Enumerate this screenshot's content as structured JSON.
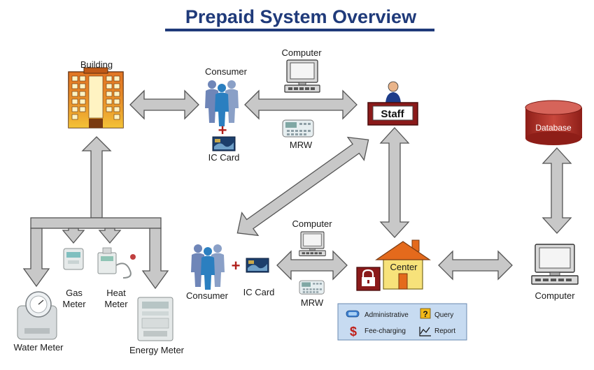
{
  "title": "Prepaid System Overview",
  "colors": {
    "title": "#1f3a7a",
    "arrow_fill": "#c8c8c8",
    "staff_box": "#8b1a1a",
    "database": "#b5302a",
    "center_house": "#f7e27a",
    "roof": "#e46a1c",
    "legend_bg": "#c7dbf1"
  },
  "nodes": {
    "building": "Building",
    "consumer_top": "Consumer",
    "ic_card_top": "IC Card",
    "computer_top": "Computer",
    "mrw_top": "MRW",
    "staff": "Staff",
    "database": "Database",
    "computer_right": "Computer",
    "computer_mid": "Computer",
    "consumer_bottom": "Consumer",
    "ic_card_bottom": "IC Card",
    "mrw_bottom": "MRW",
    "center": "Center",
    "gas_meter_1": "Gas",
    "gas_meter_2": "Meter",
    "heat_meter_1": "Heat",
    "heat_meter_2": "Meter",
    "water_meter": "Water Meter",
    "energy_meter": "Energy Meter"
  },
  "legend": {
    "administrative": "Administrative",
    "query": "Query",
    "fee_charging": "Fee-charging",
    "report": "Report"
  },
  "icons": {
    "plus": "+",
    "dollar": "$",
    "question": "?"
  }
}
